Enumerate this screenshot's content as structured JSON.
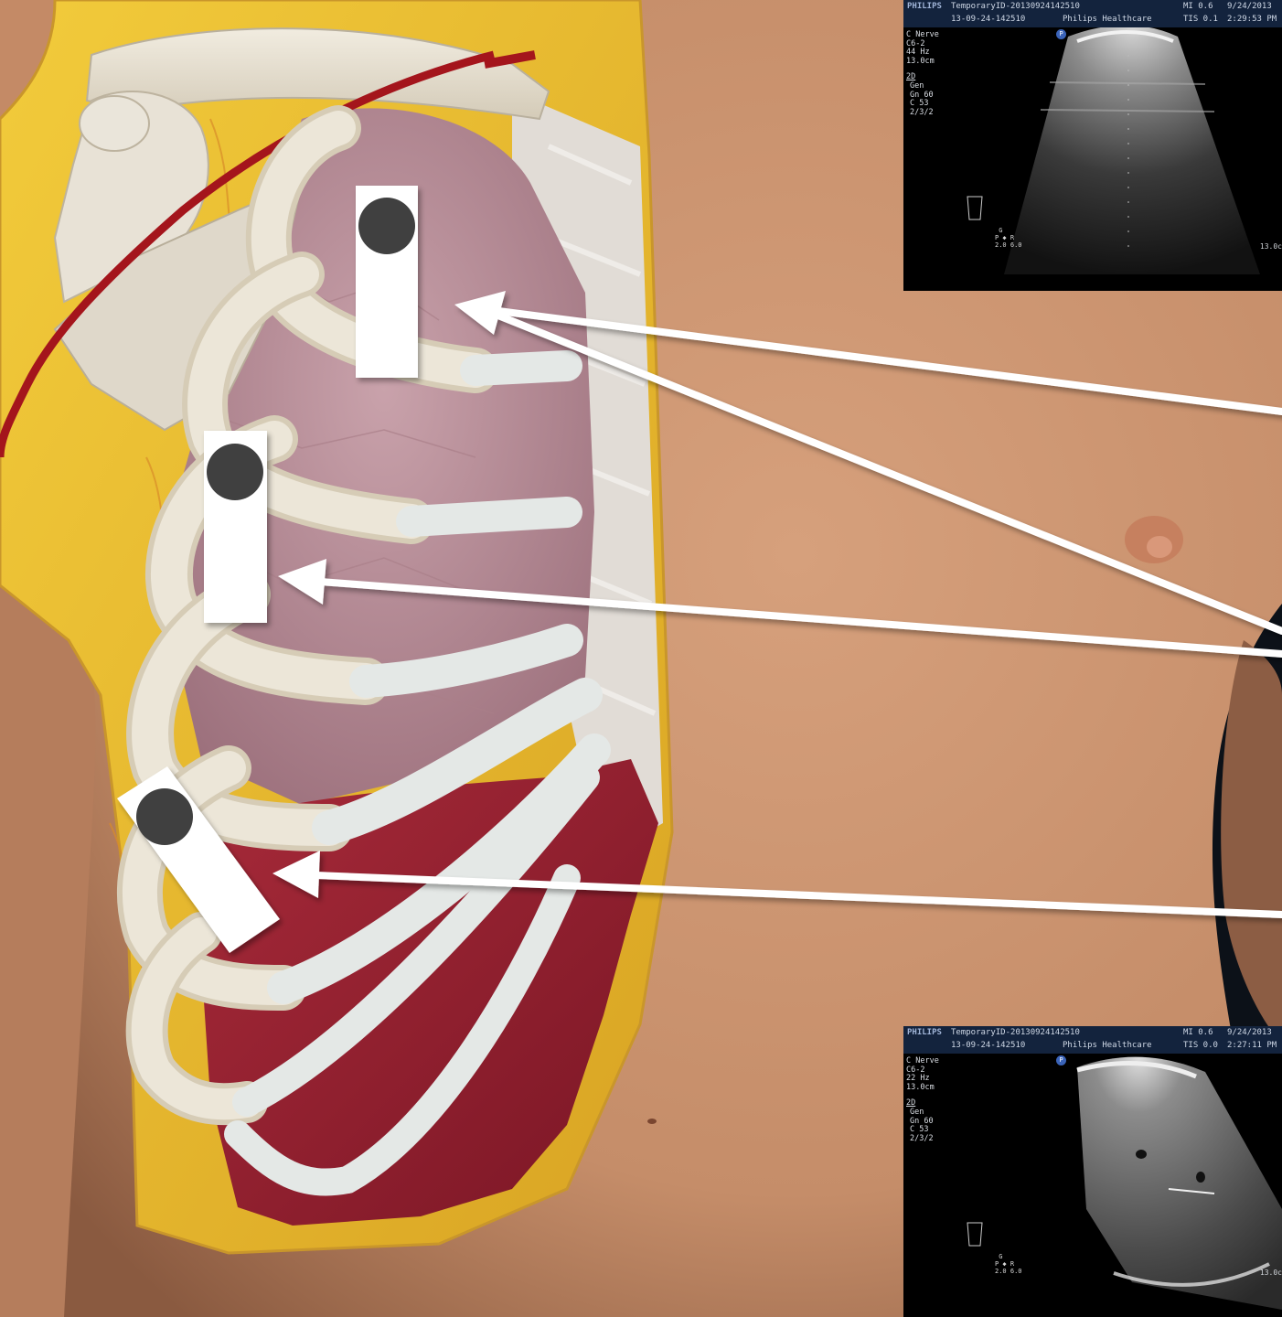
{
  "figure": {
    "colors": {
      "skin": "#c9926e",
      "skin_shadow": "#8e5b40",
      "fat": "#e2b52a",
      "bone": "#e6dfcf",
      "cartilage": "#e9ecea",
      "lung": "#b98e98",
      "liver": "#8e1f2e",
      "artery": "#a4151c",
      "probe_body": "#ffffff",
      "probe_marker": "#3f3f3f",
      "arrow": "#ffffff",
      "background": "#0c1118"
    },
    "probes": [
      {
        "name": "probe-upper",
        "orientation": "vertical"
      },
      {
        "name": "probe-middle",
        "orientation": "vertical"
      },
      {
        "name": "probe-lower",
        "orientation": "oblique"
      }
    ],
    "arrows": [
      {
        "name": "arrow-upper-to-top-scan",
        "target": "lung"
      },
      {
        "name": "arrow-upper-to-side",
        "target": "lung"
      },
      {
        "name": "arrow-middle",
        "target": "lung"
      },
      {
        "name": "arrow-lower",
        "target": "liver"
      }
    ]
  },
  "ultrasound": {
    "top": {
      "brand": "PHILIPS",
      "patient_id": "TemporaryID-20130924142510",
      "exam_id": "13-09-24-142510",
      "vendor": "Philips Healthcare",
      "mi": "MI 0.6",
      "tis": "TIS 0.1",
      "date": "9/24/2013",
      "time": "2:29:53 PM",
      "preset": "C Nerve",
      "probe": "C6-2",
      "frame_rate": "44 Hz",
      "depth": "13.0cm",
      "mode": "2D",
      "gen": "Gen",
      "gain": "Gn 60",
      "compression": "C 53",
      "persistence": "2/3/2",
      "depth_label": "13.0c",
      "p_marker": "P",
      "glyph": " G\nP ◆ R\n2.0 6.0"
    },
    "bottom": {
      "brand": "PHILIPS",
      "patient_id": "TemporaryID-20130924142510",
      "exam_id": "13-09-24-142510",
      "vendor": "Philips Healthcare",
      "mi": "MI 0.6",
      "tis": "TIS 0.0",
      "date": "9/24/2013",
      "time": "2:27:11 PM",
      "preset": "C Nerve",
      "probe": "C6-2",
      "frame_rate": "22 Hz",
      "depth": "13.0cm",
      "mode": "2D",
      "gen": "Gen",
      "gain": "Gn 60",
      "compression": "C 53",
      "persistence": "2/3/2",
      "depth_label": "13.0c",
      "p_marker": "P",
      "glyph": " G\nP ◆ R\n2.0 6.0"
    }
  }
}
